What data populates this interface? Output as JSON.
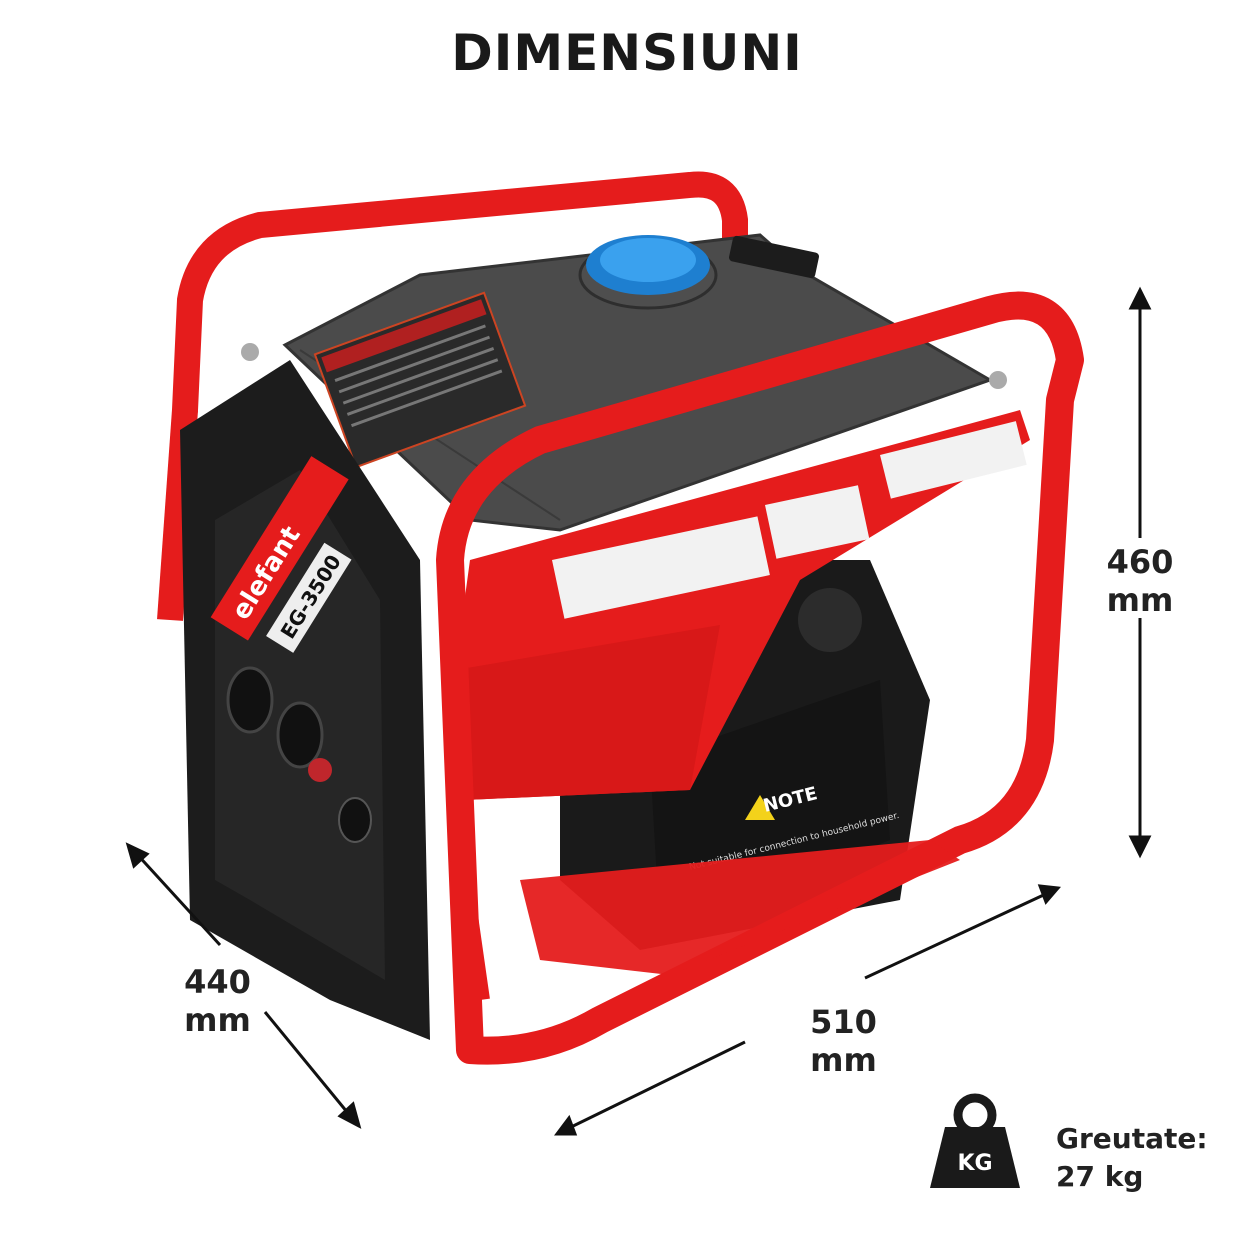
{
  "title": "DIMENSIUNI",
  "dimensions": {
    "height_value": "460",
    "height_unit": "mm",
    "depth": "440 mm",
    "width": "510 mm"
  },
  "weight": {
    "label": "Greutate:",
    "value": "27 kg",
    "icon_text": "KG"
  },
  "product": {
    "brand": "elefant",
    "model": "EG-3500",
    "note_title": "NOTE",
    "note_text": "Not suitable for connection to household power."
  },
  "colors": {
    "frame_red": "#e51c1c",
    "body_grey": "#4a4a4a",
    "fuel_cap_blue": "#1e7fd0",
    "panel_black": "#1c1c1c"
  }
}
